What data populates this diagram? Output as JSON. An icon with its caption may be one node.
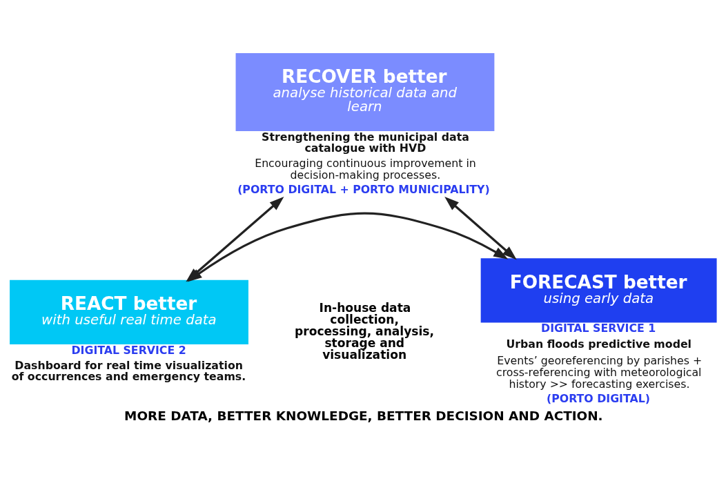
{
  "diagram": {
    "caption": "MORE DATA, BETTER KNOWLEDGE, BETTER DECISION AND ACTION.",
    "nodes": [
      {
        "text": [
          "RECOVER better",
          "analyse historical data and learn"
        ],
        "beside": [
          "Strengthening the municipal data catalogue with HVD",
          "Encouraging continuous improvement in decision-making processes.",
          "(PORTO DIGITAL + PORTO MUNICIPALITY)"
        ]
      },
      {
        "text": [
          "FORECAST better",
          "using early data"
        ],
        "beside": [
          "DIGITAL SERVICE 1",
          "Urban floods predictive model",
          "Events’ georeferencing by parishes + cross-referencing with meteorological history >> forecasting exercises.",
          "(PORTO DIGITAL)"
        ]
      },
      {
        "text": [
          "REACT better",
          "with useful real time data"
        ],
        "beside": [
          "DIGITAL SERVICE 2",
          "Dashboard for real time visualization of occurrences and emergency teams."
        ]
      }
    ],
    "edges": [
      {
        "from": 1,
        "to": 0,
        "arrow": "both"
      },
      {
        "from": 0,
        "to": 2,
        "arrow": "both"
      },
      {
        "from": 1,
        "to": 2,
        "arrow": "both"
      }
    ],
    "labels": [
      "In-house data collection, processing, analysis, storage and visualization"
    ]
  }
}
